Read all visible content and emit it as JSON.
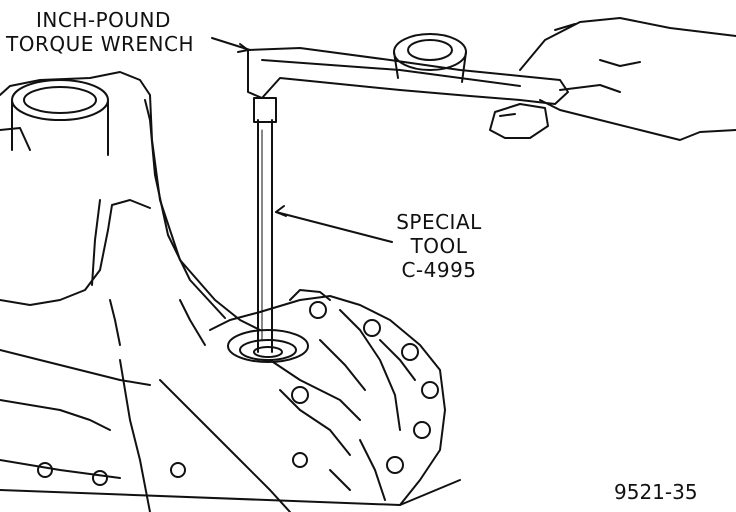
{
  "labels": {
    "wrench_line1": "INCH-POUND",
    "wrench_line2": "TORQUE WRENCH",
    "tool_line1": "SPECIAL",
    "tool_line2": "TOOL",
    "tool_line3": "C-4995"
  },
  "figure_number": "9521-35",
  "colors": {
    "ink": "#111111",
    "background": "#ffffff"
  }
}
